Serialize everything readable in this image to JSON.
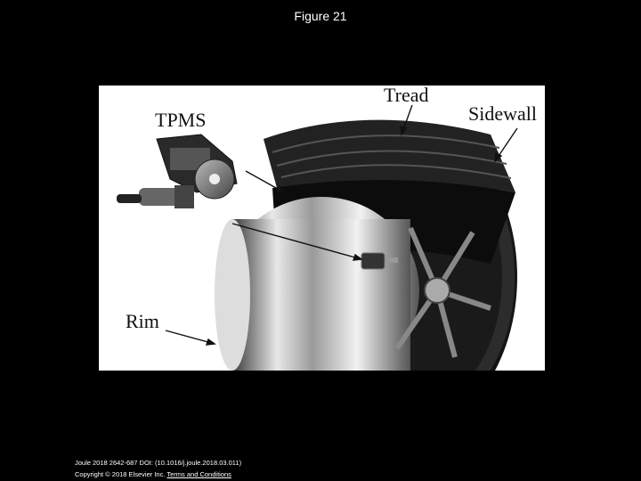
{
  "title": "Figure 21",
  "figure": {
    "labels": {
      "tread": "Tread",
      "sidewall": "Sidewall",
      "tpms": "TPMS",
      "rim": "Rim"
    }
  },
  "footer": {
    "citation": "Joule 2018 2642-687 DOI: (10.1016/j.joule.2018.03.011)",
    "copyright": "Copyright © 2018 Elsevier Inc.",
    "terms_link": "Terms and Conditions"
  }
}
